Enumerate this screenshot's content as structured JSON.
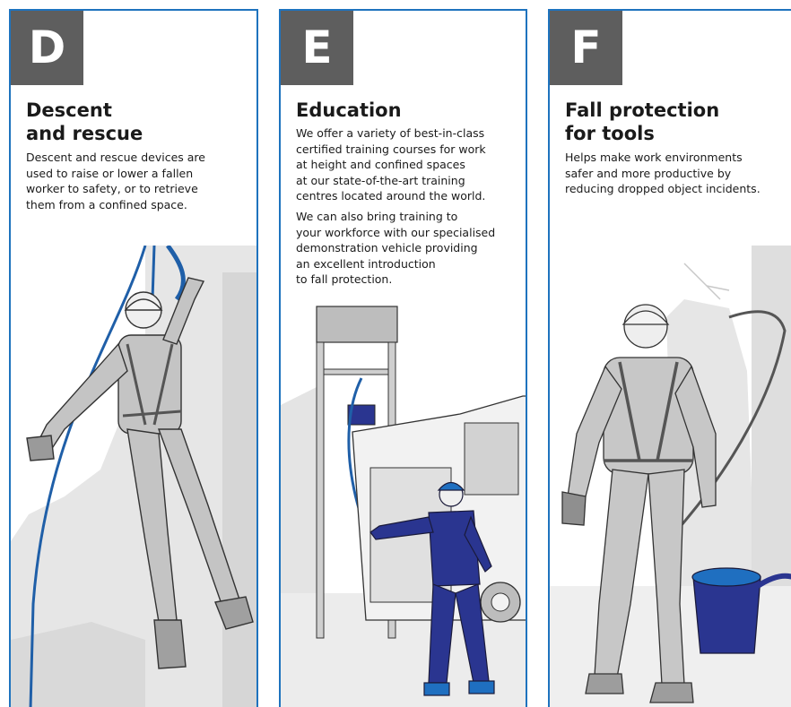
{
  "panels": [
    {
      "letter": "D",
      "title_lines": [
        "Descent",
        "and rescue"
      ],
      "description_lines": [
        "Descent and rescue devices are",
        "used to raise or lower a fallen",
        "worker to safety, or to retrieve",
        "them from a confined space."
      ]
    },
    {
      "letter": "E",
      "title_lines": [
        "Education"
      ],
      "description_lines": [
        "We offer a variety of best-in-class",
        "certified training courses for work",
        "at height and confined spaces",
        "at our state-of-the-art training",
        "centres located around the world."
      ],
      "description2_lines": [
        "We can also bring training to",
        "your workforce with our specialised",
        "demonstration vehicle providing",
        "an excellent introduction",
        "to fall protection."
      ]
    },
    {
      "letter": "F",
      "title_lines": [
        "Fall protection",
        "for tools"
      ],
      "description_lines": [
        "Helps make work environments",
        "safer and more productive by",
        "reducing dropped object incidents."
      ]
    }
  ],
  "colors": {
    "frame_blue": "#1e73be",
    "letter_block": "#5e5e5e",
    "navy": "#2a3590",
    "rope_blue": "#1f5fa8",
    "gear_gray": "#b9b9b9",
    "bg_gray": "#e3e3e3"
  }
}
